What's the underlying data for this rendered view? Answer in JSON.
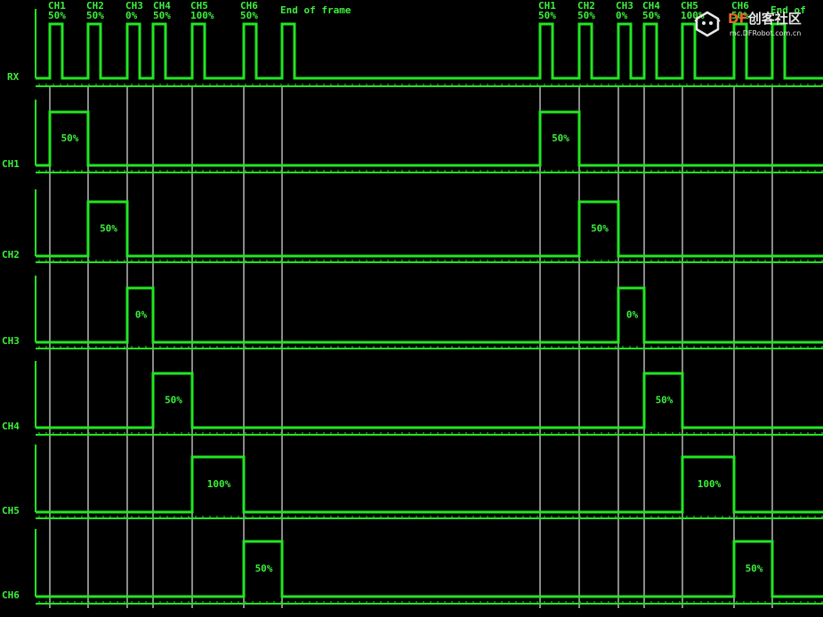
{
  "diagram": {
    "rx_label": "RX",
    "rx_headers": [
      {
        "ch": "CH1",
        "pct": "50%"
      },
      {
        "ch": "CH2",
        "pct": "50%"
      },
      {
        "ch": "CH3",
        "pct": "0%"
      },
      {
        "ch": "CH4",
        "pct": "50%"
      },
      {
        "ch": "CH5",
        "pct": "100%"
      },
      {
        "ch": "CH6",
        "pct": "50%"
      }
    ],
    "end_of_frame": "End of frame",
    "end_of_frame_partial": "End of",
    "channels": [
      {
        "name": "CH1",
        "pct": "50%"
      },
      {
        "name": "CH2",
        "pct": "50%"
      },
      {
        "name": "CH3",
        "pct": "0%"
      },
      {
        "name": "CH4",
        "pct": "50%"
      },
      {
        "name": "CH5",
        "pct": "100%"
      },
      {
        "name": "CH6",
        "pct": "50%"
      }
    ],
    "colors": {
      "trace": "#22e622",
      "grid": "#8a8a8a",
      "label": "#3df03d",
      "background": "#000000"
    }
  },
  "watermark": {
    "logo_df": "DF",
    "logo_text": "创客社区",
    "url": "mc.DFRobot.com.cn",
    "icon": "dfrobot-logo-icon"
  }
}
